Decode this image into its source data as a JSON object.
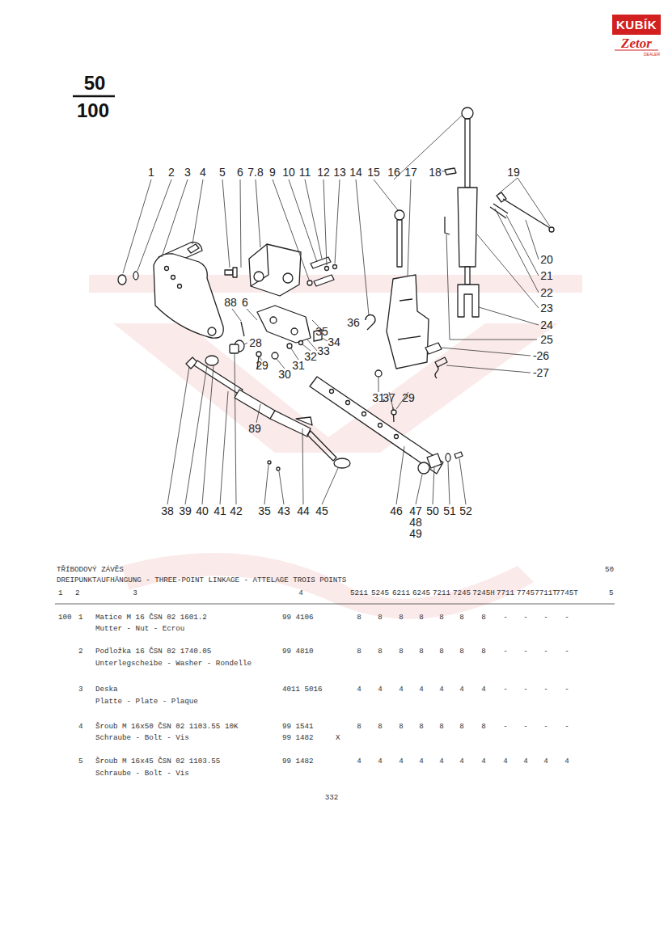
{
  "diagram": {
    "labels": [
      "KUBÍK",
      "Zetor",
      "DEALER",
      "50",
      "100",
      "1",
      "2",
      "3",
      "4",
      "5",
      "6",
      "7.8",
      "9",
      "10",
      "11",
      "12",
      "13",
      "14",
      "15",
      "16",
      "17",
      "18",
      "19",
      "20",
      "21",
      "22",
      "23",
      "24",
      "25",
      "-26",
      "-27",
      "88",
      "6",
      "28",
      "29",
      "30",
      "31",
      "32",
      "33",
      "34",
      "35",
      "36",
      "31",
      "37",
      "29",
      "89",
      "38",
      "39",
      "40",
      "41",
      "42",
      "35",
      "43",
      "44",
      "45",
      "46",
      "47",
      "48",
      "49",
      "50",
      "51",
      "52",
      "TŘÍBODOVÝ ZÁVĚS",
      "50",
      "DREIPUNKTAUFHÄNGUNG - THREE-POINT LINKAGE - ATTELAGE TROIS POINTS",
      "1",
      "2",
      "3",
      "4",
      "5211",
      "5245",
      "6211",
      "6245",
      "7211",
      "7245",
      "7245H",
      "7711",
      "7745",
      "7711T",
      "7745T",
      "5",
      "100",
      "1",
      "Matice M 16 ČSN 02 1601.2",
      "99 4106",
      "8",
      "8",
      "8",
      "8",
      "8",
      "8",
      "8",
      "-",
      "-",
      "-",
      "-",
      "Mutter - Nut - Ecrou",
      "2",
      "Podložka 16 ČSN 02 1740.05",
      "99 4810",
      "8",
      "8",
      "8",
      "8",
      "8",
      "8",
      "8",
      "-",
      "-",
      "-",
      "-",
      "Unterlegscheibe - Washer - Rondelle",
      "3",
      "Deska",
      "4011 5016",
      "4",
      "4",
      "4",
      "4",
      "4",
      "4",
      "4",
      "-",
      "-",
      "-",
      "-",
      "Platte - Plate - Plaque",
      "4",
      "Šroub M 16x50 ČSN 02 1103.55 10K",
      "99 1541",
      "8",
      "8",
      "8",
      "8",
      "8",
      "8",
      "8",
      "-",
      "-",
      "-",
      "-",
      "Schraube - Bolt - Vis",
      "99 1482",
      "X",
      "5",
      "Šroub M 16x45 ČSN 02 1103.55",
      "99 1482",
      "4",
      "4",
      "4",
      "4",
      "4",
      "4",
      "4",
      "4",
      "4",
      "4",
      "4",
      "Schraube - Bolt - Vis",
      "332"
    ]
  }
}
